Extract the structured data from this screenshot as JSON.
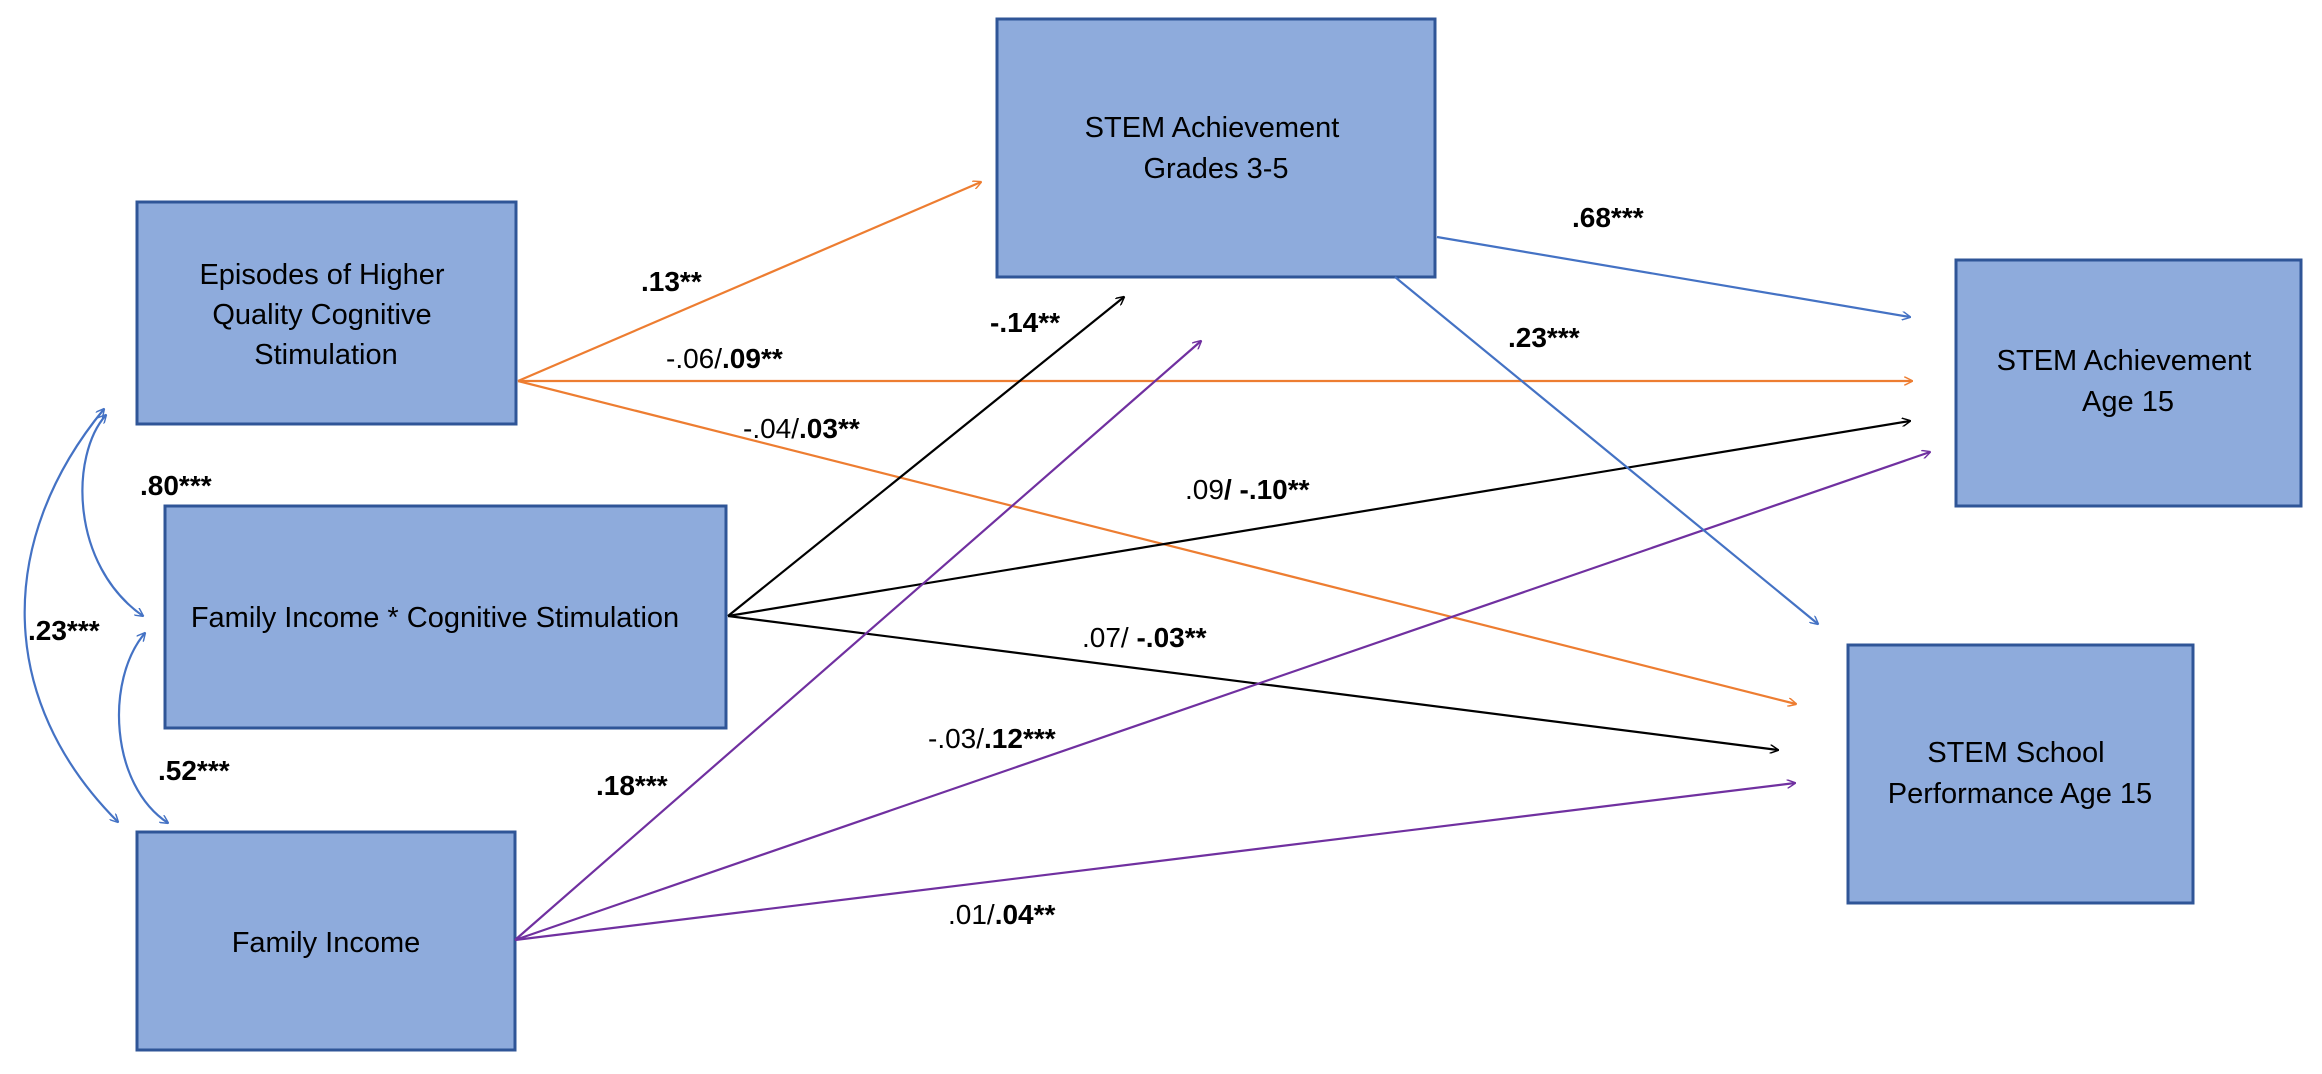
{
  "colors": {
    "box_fill": "#8eabdc",
    "box_border": "#2f5597",
    "orange": "#ed7d31",
    "blue": "#4472c4",
    "black": "#000000",
    "purple": "#7030a0"
  },
  "nodes": {
    "cognitive_stimulation": [
      "Episodes of Higher",
      "Quality Cognitive",
      "Stimulation"
    ],
    "interaction": [
      "Family Income * Cognitive Stimulation"
    ],
    "family_income": [
      "Family Income"
    ],
    "stem_grades": [
      "STEM Achievement",
      "Grades 3-5"
    ],
    "stem_age15": [
      "STEM Achievement",
      "Age 15"
    ],
    "stem_school": [
      "STEM School",
      "Performance Age 15"
    ]
  },
  "paths": {
    "stim_to_grades": {
      "plain": "",
      "bold": ".13**"
    },
    "stim_to_age15": {
      "plain": "-.06/",
      "bold": ".09**"
    },
    "stim_to_school": {
      "plain": "-.04/",
      "bold": ".03**"
    },
    "inter_to_grades": {
      "plain": "",
      "bold": "-.14**"
    },
    "inter_to_age15": {
      "plain": ".09",
      "bold": "/ -.10**"
    },
    "inter_to_school": {
      "plain": ".07/ ",
      "bold": "-.03**"
    },
    "income_to_grades": {
      "plain": "",
      "bold": ".18***"
    },
    "income_to_age15": {
      "plain": "-.03/",
      "bold": ".12***"
    },
    "income_to_school": {
      "plain": ".01/",
      "bold": ".04**"
    },
    "grades_to_age15": {
      "plain": "",
      "bold": ".68***"
    },
    "grades_to_school": {
      "plain": "",
      "bold": ".23***"
    }
  },
  "correlations": {
    "stim_inter": ".80***",
    "stim_income": ".23***",
    "inter_income": ".52***"
  }
}
